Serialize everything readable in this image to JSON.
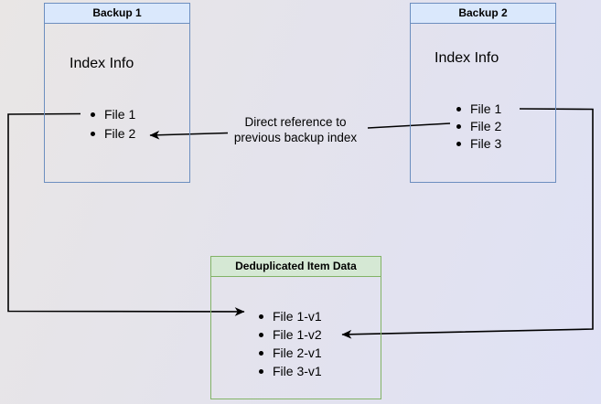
{
  "diagram": {
    "backup1": {
      "title": "Backup 1",
      "subtitle": "Index Info",
      "items": [
        "File 1",
        "File 2"
      ]
    },
    "backup2": {
      "title": "Backup 2",
      "subtitle": "Index Info",
      "items": [
        "File 1",
        "File 2",
        "File 3"
      ]
    },
    "dedup": {
      "title": "Deduplicated Item Data",
      "items": [
        "File 1-v1",
        "File 1-v2",
        "File 2-v1",
        "File 3-v1"
      ]
    },
    "edge_label": {
      "line1": "Direct reference to",
      "line2": "previous backup index"
    }
  },
  "colors": {
    "blue_header_fill": "#dae8fc",
    "blue_border": "#6c8ebf",
    "green_header_fill": "#d5e8d4",
    "green_border": "#82b366",
    "arrow": "#000000",
    "background_start": "#e9e6e5",
    "background_end": "#dfe1f5"
  }
}
